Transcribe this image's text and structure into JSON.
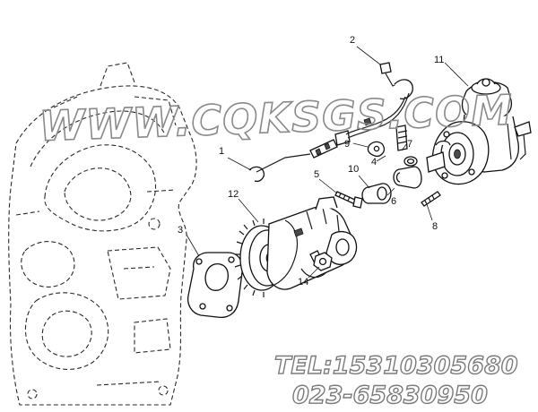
{
  "watermark": {
    "text": "WWW.CQKSGS.COM",
    "color": "#8a8a8a"
  },
  "contact": {
    "tel": "TEL:15310305680",
    "phone2": "023-65830950"
  },
  "callouts": [
    {
      "id": "1",
      "label": "1"
    },
    {
      "id": "2",
      "label": "2"
    },
    {
      "id": "3",
      "label": "3"
    },
    {
      "id": "4",
      "label": "4"
    },
    {
      "id": "5",
      "label": "5"
    },
    {
      "id": "6",
      "label": "6"
    },
    {
      "id": "7",
      "label": "7"
    },
    {
      "id": "8",
      "label": "8"
    },
    {
      "id": "9",
      "label": "9"
    },
    {
      "id": "10",
      "label": "10"
    },
    {
      "id": "11",
      "label": "11"
    },
    {
      "id": "12",
      "label": "12"
    },
    {
      "id": "14",
      "label": "14"
    }
  ]
}
